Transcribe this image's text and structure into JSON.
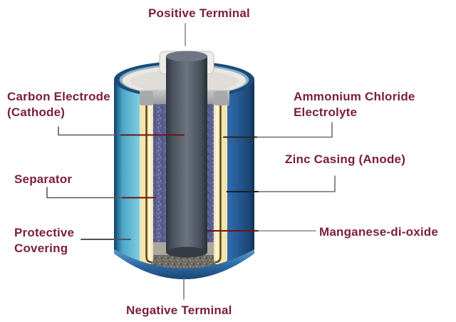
{
  "diagram_type": "dry-cell-battery-cutaway",
  "labels": {
    "positive_terminal": "Positive Terminal",
    "carbon_electrode": {
      "line1": "Carbon Electrode",
      "line2": "(Cathode)"
    },
    "ammonium_chloride": {
      "line1": "Ammonium Chloride",
      "line2": "Electrolyte"
    },
    "separator": "Separator",
    "zinc_casing": "Zinc Casing (Anode)",
    "protective_covering": {
      "line1": "Protective",
      "line2": "Covering"
    },
    "manganese_dioxide": "Manganese-di-oxide",
    "negative_terminal": "Negative Terminal"
  },
  "colors": {
    "label_text": "#7b1d3c",
    "leader_gray": "#6f6f6f",
    "leader_dark_red": "#6e1414",
    "casing_teal": "#8ed8e6",
    "casing_blue": "#2f6fa8",
    "rim_navy": "#1b4b7a",
    "seal_white": "#ebe8e3",
    "zinc_yellow": "#f1e6b2",
    "wall_brown_line": "#5f3f08",
    "electrolyte_purple": "#5c6294",
    "carbon_rod_gray": "#4a525e",
    "granular_base_gray": "#716d64"
  }
}
